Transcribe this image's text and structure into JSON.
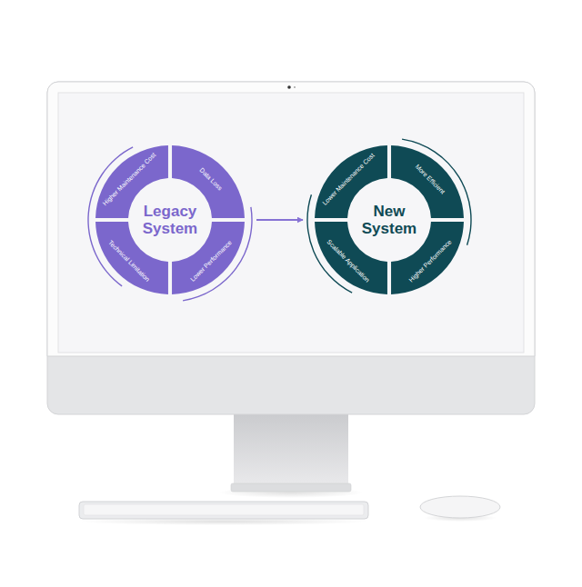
{
  "diagram": {
    "nodes": [
      {
        "text": [
          "Legacy System"
        ]
      },
      {
        "text": [
          "Higher Maintenance Cost"
        ],
        "in": 0
      },
      {
        "text": [
          "Data Loss"
        ],
        "in": 0
      },
      {
        "text": [
          "Technical Limitation"
        ],
        "in": 0
      },
      {
        "text": [
          "Lower Performance"
        ],
        "in": 0
      },
      {
        "text": [
          "New System"
        ]
      },
      {
        "text": [
          "Lower Maintenance Cost"
        ],
        "in": 5
      },
      {
        "text": [
          "More Efficient"
        ],
        "in": 5
      },
      {
        "text": [
          "Scalable Application"
        ],
        "in": 5
      },
      {
        "text": [
          "Higher Performance"
        ],
        "in": 5
      }
    ],
    "edges": [
      {
        "from": 0,
        "to": 5,
        "arrow": "to"
      }
    ]
  }
}
